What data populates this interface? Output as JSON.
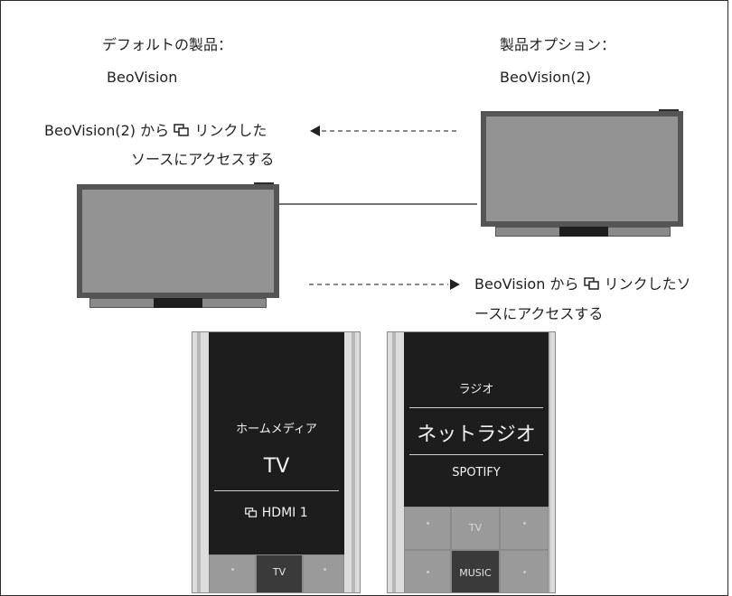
{
  "labels": {
    "default_product_title": "デフォルトの製品：",
    "default_product_name": "BeoVision",
    "option_product_title": "製品オプション：",
    "option_product_name": "BeoVision(2)",
    "left_note_line1": "BeoVision(2) から",
    "left_note_line1_suffix": "リンクした",
    "left_note_line2": "ソースにアクセスする",
    "right_note_line1": "BeoVision から",
    "right_note_line1_suffix": "リンクしたソ",
    "right_note_line2": "ースにアクセスする"
  },
  "remote_left": {
    "menu_top": "ホームメディア",
    "menu_selected": "TV",
    "menu_bottom": "HDMI 1",
    "key_center": "TV"
  },
  "remote_right": {
    "menu_top": "ラジオ",
    "menu_selected": "ネットラジオ",
    "menu_bottom": "SPOTIFY",
    "key_upper_center": "TV",
    "key_lower_center": "MUSIC"
  },
  "icons": {
    "link_icon": "linked-source-icon",
    "arrow_left": "arrow-left-icon",
    "arrow_right": "arrow-right-icon"
  }
}
